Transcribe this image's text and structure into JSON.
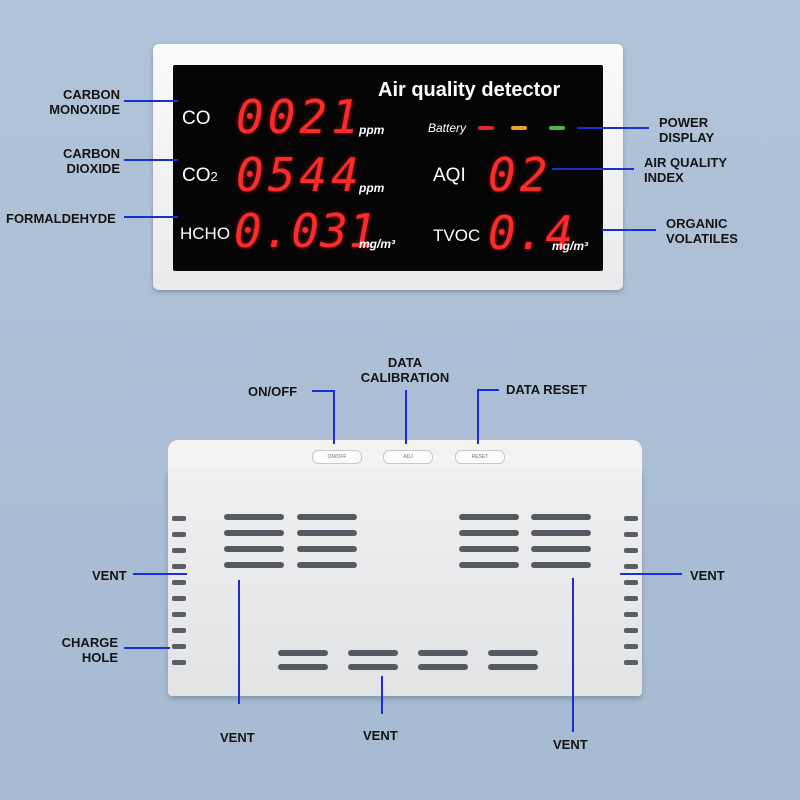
{
  "front": {
    "title": "Air quality detector",
    "readings": [
      {
        "name": "CO",
        "value": "0021",
        "unit": "ppm"
      },
      {
        "name": "CO2",
        "value": "0544",
        "unit": "ppm"
      },
      {
        "name": "HCHO",
        "value": "0.031",
        "unit": "mg/m³"
      }
    ],
    "battery_label": "Battery",
    "battery_colors": [
      "#e02a2a",
      "#f0a030",
      "#3ec03e"
    ],
    "aqi": {
      "name": "AQI",
      "value": "02"
    },
    "tvoc": {
      "name": "TVOC",
      "value": "0.4",
      "unit": "mg/m³"
    },
    "display_color": "#ff2a2a"
  },
  "callouts_front": {
    "carbon_monoxide": "CARBON\nMONOXIDE",
    "carbon_dioxide": "CARBON\nDIOXIDE",
    "formaldehyde": "FORMALDEHYDE",
    "power_display": "POWER\nDISPLAY",
    "air_quality_index": "AIR QUALITY\nINDEX",
    "organic_volatiles": "ORGANIC\nVOLATILES"
  },
  "callouts_back": {
    "on_off": "ON/OFF",
    "data_calibration": "DATA\nCALIBRATION",
    "data_reset": "DATA RESET",
    "vent_left": "VENT",
    "charge_hole": "CHARGE\nHOLE",
    "vent_right": "VENT",
    "vent_bottom_left": "VENT",
    "vent_bottom_center": "VENT",
    "vent_bottom_right": "VENT"
  },
  "line_color": "#1a2fd0"
}
